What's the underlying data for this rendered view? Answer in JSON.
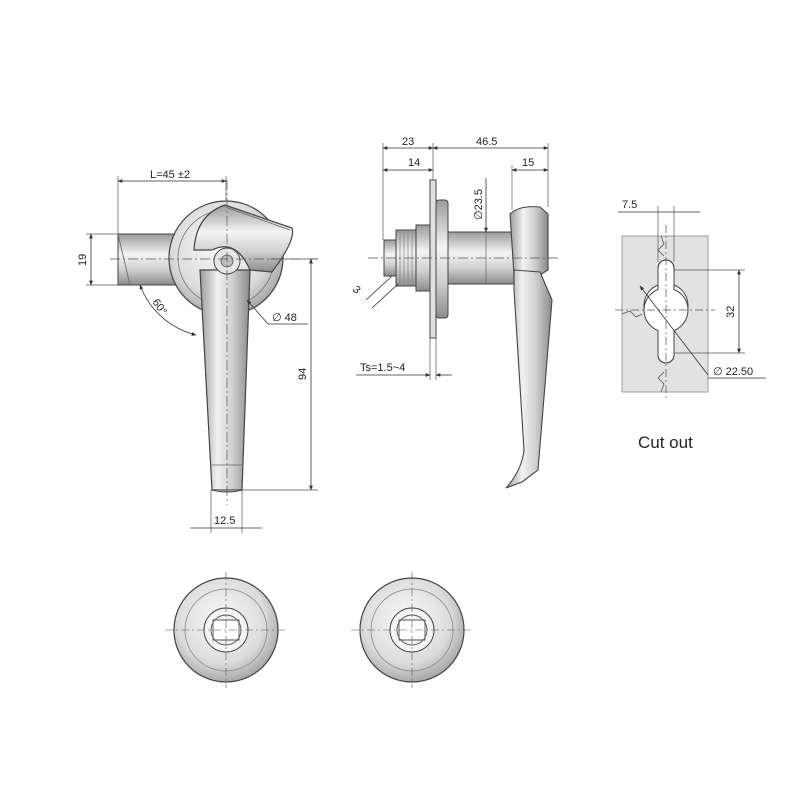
{
  "side_view": {
    "length_label": "L=45 ±2",
    "height_label": "19",
    "angle_label": "60°",
    "diameter_label": "∅ 48",
    "total_height_label": "94",
    "width_label": "12.5"
  },
  "front_view": {
    "depth_23": "23",
    "depth_46_5": "46.5",
    "depth_14": "14",
    "depth_15": "15",
    "shaft_diameter": "∅23.5",
    "gap_3": "3",
    "panel_thickness": "Ts=1.5~4"
  },
  "cutout": {
    "width_label": "7.5",
    "height_label": "32",
    "diameter_label": "∅ 22.50",
    "caption": "Cut out"
  }
}
